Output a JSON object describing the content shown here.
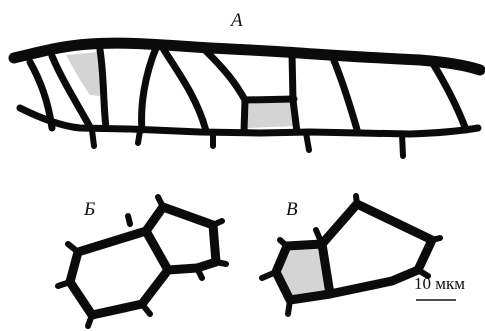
{
  "panels": {
    "a": {
      "label": "А"
    },
    "b": {
      "label": "Б"
    },
    "v": {
      "label": "В"
    }
  },
  "scale_bar": {
    "label": "10 мкм"
  },
  "colors": {
    "wall": "#0b0b0b",
    "shading": "#d4d4d4",
    "background": "#ffffff"
  }
}
